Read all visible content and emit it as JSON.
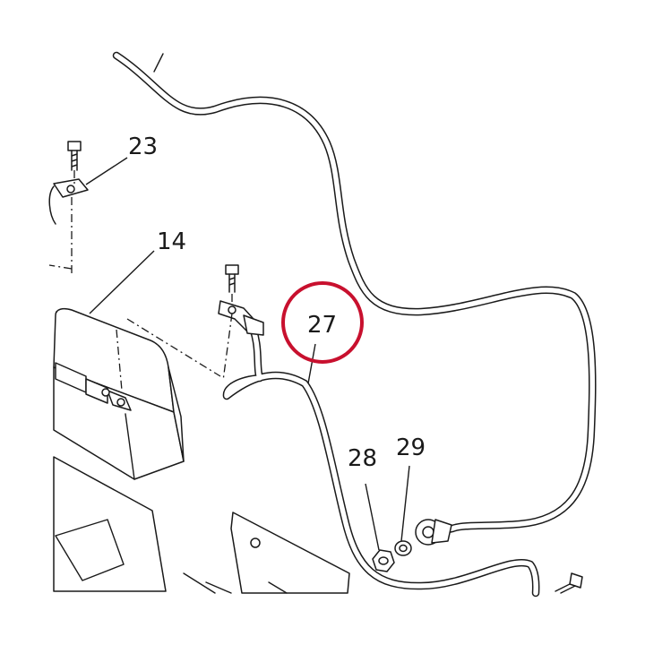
{
  "callouts": {
    "c23": "23",
    "c14": "14",
    "c27": "27",
    "c28": "28",
    "c29": "29"
  },
  "highlight": {
    "target": "27",
    "color": "#c8102e"
  }
}
